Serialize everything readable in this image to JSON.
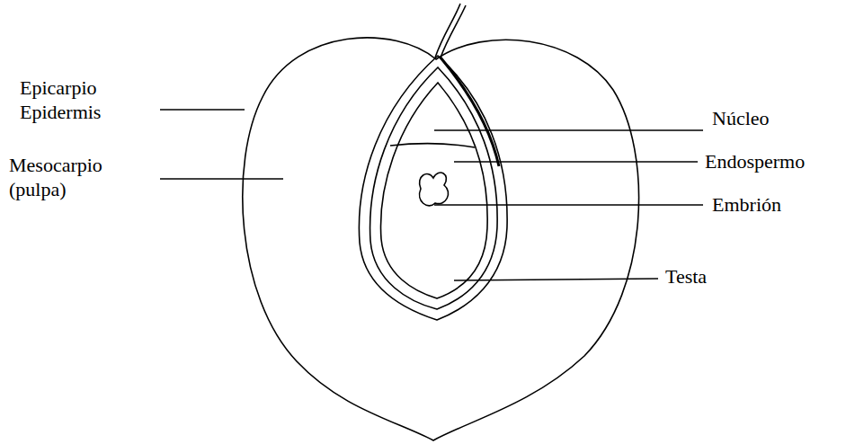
{
  "diagram": {
    "labels": [
      "Epicarpio Epidermis",
      "Mesocarpio (pulpa)",
      "Núcleo",
      "Endospermo",
      "Embrión",
      "Testa"
    ]
  }
}
